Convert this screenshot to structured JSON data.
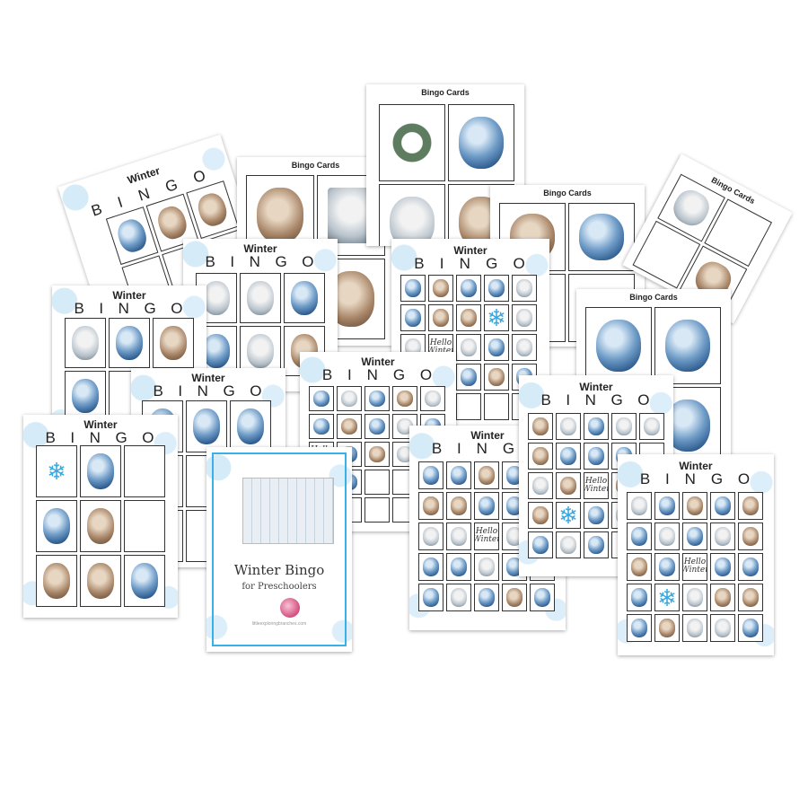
{
  "cards_title": "Bingo Cards",
  "winter_title": "Winter",
  "bingo_letters": [
    "B",
    "I",
    "N",
    "G",
    "O"
  ],
  "cover": {
    "title": "Winter Bingo",
    "subtitle": "for Preschoolers",
    "url": "littleexploringbranches.com"
  },
  "hello_text": "Hello Winter",
  "icons": [
    "snowflake-icon",
    "mittens-icon",
    "sweater-icon",
    "bunny-icon",
    "pinecone-icon",
    "cabin-icon",
    "gift-icon",
    "hat-icon",
    "cocoa-icon",
    "ornament-icon",
    "lantern-icon",
    "owl-icon",
    "wreath-icon",
    "snowman-icon",
    "fairy-icon",
    "bow-icon",
    "skate-icon",
    "sled-icon",
    "snowglobe-icon",
    "window-icon",
    "cupcake-icon",
    "trees-icon"
  ],
  "colors": {
    "accent": "#39b0e8",
    "ink": "#222222"
  }
}
